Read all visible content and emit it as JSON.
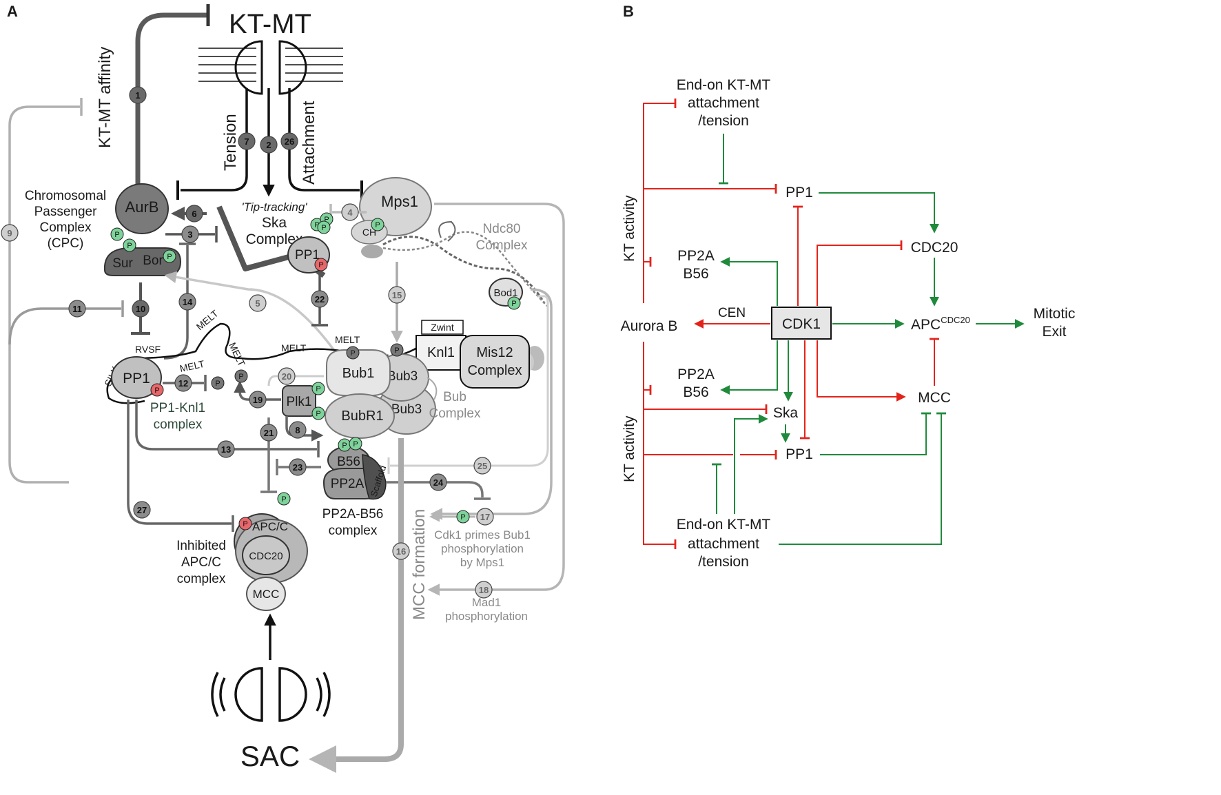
{
  "panel_a": {
    "letter": "A",
    "kt_mt": "KT-MT",
    "kt_mt_affinity": "KT-MT affinity",
    "tension": "Tension",
    "attachment": "Attachment",
    "tip_tracking_1": "'Tip-tracking'",
    "tip_tracking_2": "Ska",
    "tip_tracking_3": "Complex",
    "cpc_1": "Chromosomal",
    "cpc_2": "Passenger",
    "cpc_3": "Complex",
    "cpc_4": "(CPC)",
    "aurb": "AurB",
    "sur": "Sur",
    "bor": "Bor",
    "mps1": "Mps1",
    "ch": "CH",
    "ndc80_1": "Ndc80",
    "ndc80_2": "Complex",
    "bod1": "Bod1",
    "pp1_top": "PP1",
    "pp1_knl": "PP1",
    "pp1_knl1_complex_1": "PP1-Knl1",
    "pp1_knl1_complex_2": "complex",
    "silk": "SILK",
    "rvsf": "RVSF",
    "melt": "MELT",
    "zwint": "Zwint",
    "knl1": "Knl1",
    "mis12_1": "Mis12",
    "mis12_2": "Complex",
    "bub1": "Bub1",
    "bub3": "Bub3",
    "bub_complex_1": "Bub",
    "bub_complex_2": "Complex",
    "plk1": "Plk1",
    "bubr1": "BubR1",
    "b56": "B56",
    "pp2a": "PP2A",
    "scaffold": "Scaffold",
    "pp2a_b56_1": "PP2A-B56",
    "pp2a_b56_2": "complex",
    "apcc": "APC/C",
    "cdc20": "CDC20",
    "mcc": "MCC",
    "inhibited_1": "Inhibited",
    "inhibited_2": "APC/C",
    "inhibited_3": "complex",
    "cdk1_primes_1": "Cdk1 primes Bub1",
    "cdk1_primes_2": "phosphorylation",
    "cdk1_primes_3": "by Mps1",
    "mad1_1": "Mad1",
    "mad1_2": "phosphorylation",
    "mcc_formation": "MCC formation",
    "sac": "SAC",
    "p": "P",
    "numbers": {
      "n1": "1",
      "n2": "2",
      "n3": "3",
      "n4": "4",
      "n5": "5",
      "n6": "6",
      "n7": "7",
      "n8": "8",
      "n9": "9",
      "n10": "10",
      "n11": "11",
      "n12": "12",
      "n13": "13",
      "n14": "14",
      "n15": "15",
      "n16": "16",
      "n17": "17",
      "n18": "18",
      "n19": "19",
      "n20": "20",
      "n21": "21",
      "n22": "22",
      "n23": "23",
      "n24": "24",
      "n25": "25",
      "n26": "26",
      "n27": "27"
    }
  },
  "panel_b": {
    "letter": "B",
    "end_on_top_1": "End-on KT-MT",
    "end_on_top_2": "attachment",
    "end_on_top_3": "/tension",
    "pp1_top": "PP1",
    "cdc20": "CDC20",
    "pp2a_top_1": "PP2A",
    "pp2a_top_2": "B56",
    "kt_activity_top": "KT activity",
    "aurora_b": "Aurora B",
    "cen": "CEN",
    "cdk1": "CDK1",
    "apc": "APC",
    "apc_sup": "CDC20",
    "mitotic_1": "Mitotic",
    "mitotic_2": "Exit",
    "pp2a_bot_1": "PP2A",
    "pp2a_bot_2": "B56",
    "ska": "Ska",
    "mcc": "MCC",
    "kt_activity_bot": "KT activity",
    "pp1_bot": "PP1",
    "end_on_bot_1": "End-on KT-MT",
    "end_on_bot_2": "attachment",
    "end_on_bot_3": "/tension"
  },
  "colors": {
    "activation": "#1f8a3b",
    "inhibition": "#e3231b",
    "phospho_green": "#7ed39a",
    "phospho_red": "#e8676b"
  }
}
